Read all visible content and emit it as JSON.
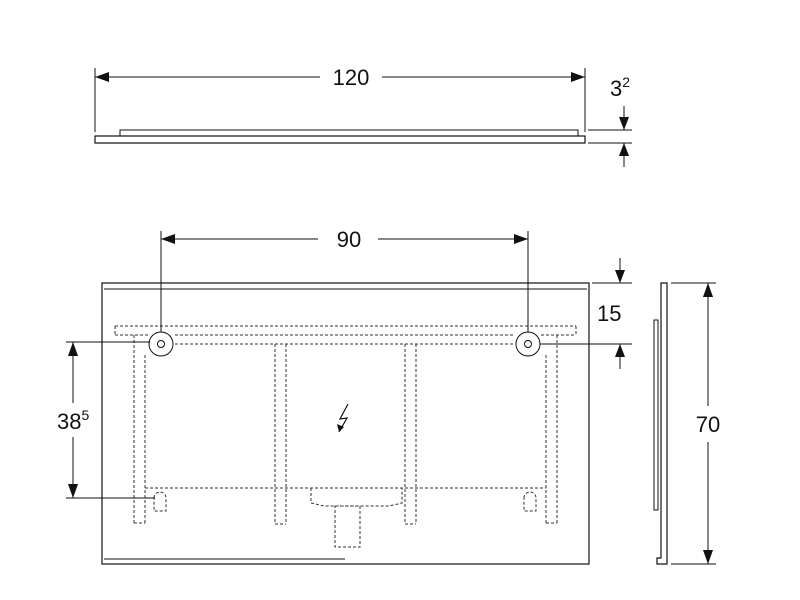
{
  "drawing": {
    "top_view": {
      "width_dim": {
        "value": "120"
      },
      "thickness_dim": {
        "value": "3",
        "sup": "2"
      }
    },
    "front_view": {
      "hole_spacing_dim": {
        "value": "90"
      },
      "top_offset_dim": {
        "value": "15"
      },
      "hole_vertical_dim": {
        "value": "38",
        "sup": "5"
      },
      "electrical_symbol": "lightning-bolt-icon"
    },
    "side_view": {
      "height_dim": {
        "value": "70"
      }
    },
    "colors": {
      "line": "#111111",
      "background": "#ffffff"
    }
  }
}
